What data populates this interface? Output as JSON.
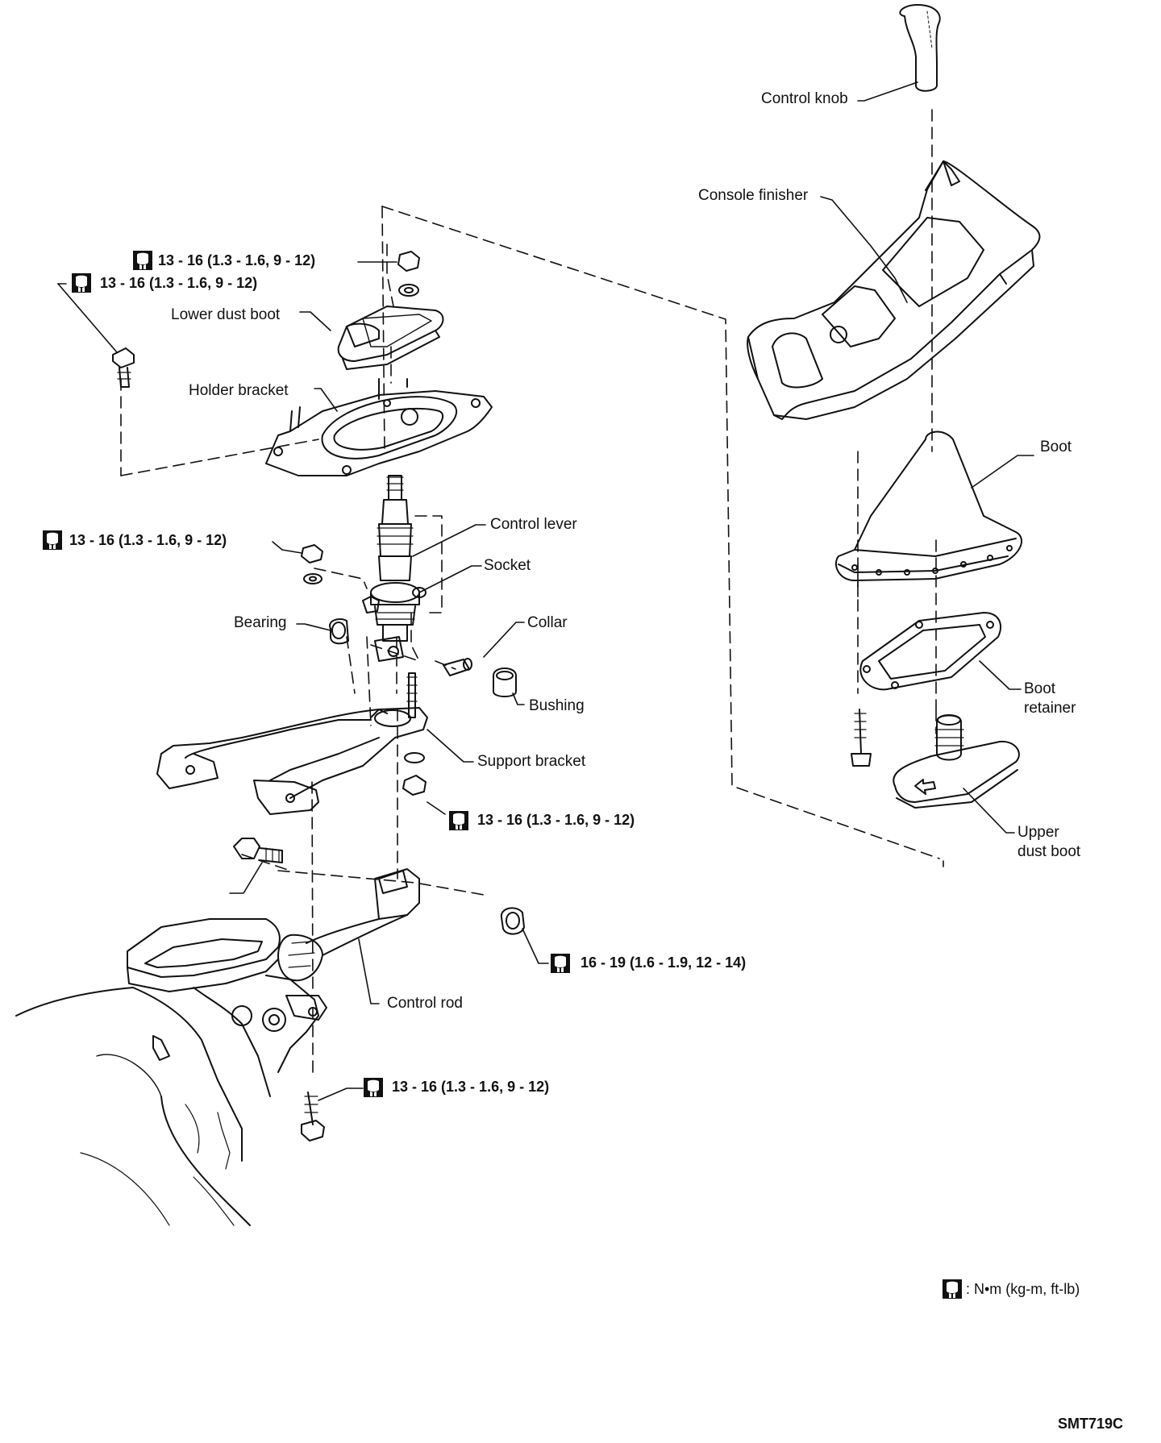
{
  "labels": {
    "control_knob": "Control knob",
    "console_finisher": "Console finisher",
    "lower_dust_boot": "Lower dust boot",
    "holder_bracket": "Holder bracket",
    "boot": "Boot",
    "control_lever": "Control lever",
    "socket": "Socket",
    "bearing": "Bearing",
    "collar": "Collar",
    "bushing": "Bushing",
    "boot_retainer_1": "Boot",
    "boot_retainer_2": "retainer",
    "support_bracket": "Support bracket",
    "upper_dust_boot_1": "Upper",
    "upper_dust_boot_2": "dust boot",
    "control_rod": "Control rod"
  },
  "torque": {
    "t1": "13 - 16 (1.3 - 1.6, 9 - 12)",
    "t2": "13 - 16 (1.3 - 1.6, 9 - 12)",
    "t3": "13 - 16 (1.3 - 1.6, 9 - 12)",
    "t4": "13 - 16 (1.3 - 1.6, 9 - 12)",
    "t5": "16 - 19 (1.6 - 1.9, 12 - 14)",
    "t6": "13 - 16 (1.3 - 1.6, 9 - 12)"
  },
  "legend": {
    "unit_text": ": N•m (kg-m, ft-lb)"
  },
  "figure_code": "SMT719C"
}
